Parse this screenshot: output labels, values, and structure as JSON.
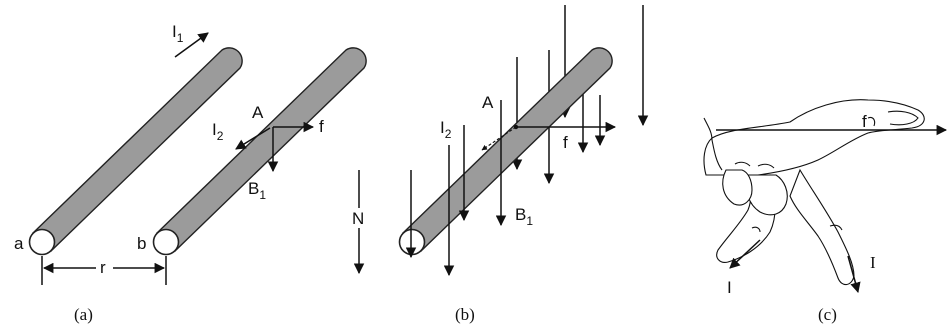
{
  "panel_a": {
    "caption": "(a)",
    "current_1": "I",
    "current_1_sub": "1",
    "current_2": "I",
    "current_2_sub": "2",
    "point": "A",
    "force": "f",
    "field": "B",
    "field_sub": "1",
    "wire_a": "a",
    "wire_b": "b",
    "separation": "r",
    "north": "N"
  },
  "panel_b": {
    "caption": "(b)",
    "current": "I",
    "current_sub": "2",
    "point": "A",
    "force": "f",
    "field": "B",
    "field_sub": "1"
  },
  "panel_c": {
    "caption": "(c)",
    "thumb_label": "f",
    "index_label": "I",
    "middle_label": "I"
  },
  "colors": {
    "ink": "#111111",
    "rod_light": "#f4f4f4",
    "rod_dark": "#9a9a9a"
  }
}
